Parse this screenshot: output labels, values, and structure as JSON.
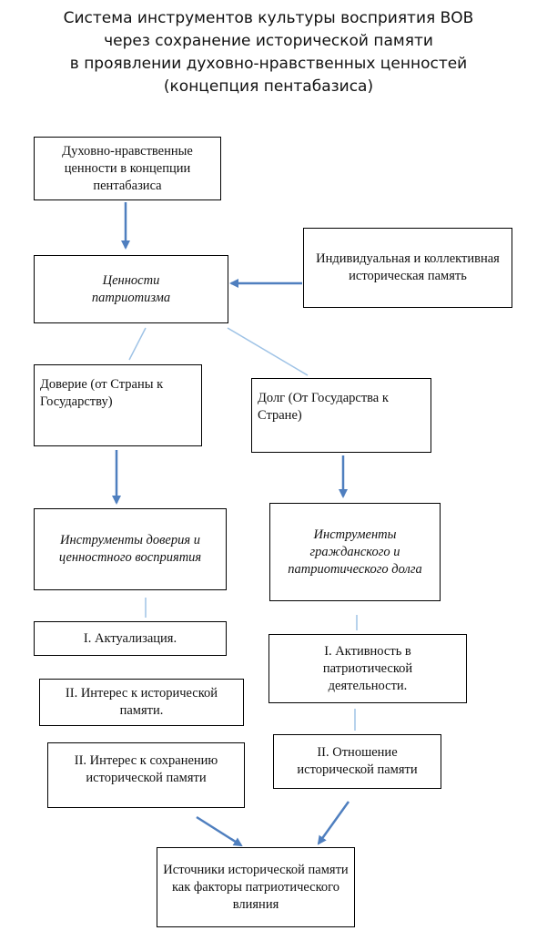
{
  "title": {
    "line1": "Система инструментов  культуры восприятия ВОВ",
    "line2": "через сохранение исторической памяти",
    "line3": "в проявлении духовно-нравственных ценностей",
    "line4": "(концепция пентабазиса)"
  },
  "nodes": {
    "spiritual_values": "Духовно-нравственные ценности в концепции пентабазиса",
    "patriotism_values": "Ценности патриотизма",
    "historical_memory": "Индивидуальная и коллективная историческая память",
    "trust": "Доверие (от Страны к Государству)",
    "duty": "Долг (От Государства к Стране)",
    "trust_tools": "Инструменты доверия и ценностного восприятия",
    "duty_tools": "Инструменты гражданского и патриотического долга",
    "actualization": "I. Актуализация.",
    "interest_memory": "II. Интерес к исторической памяти.",
    "interest_preservation": "II. Интерес к сохранению исторической памяти",
    "activity": "I. Активность в патриотической деятельности.",
    "attitude": "II. Отношение исторической памяти",
    "sources": "Источники исторической памяти как факторы патриотического влияния"
  },
  "colors": {
    "arrow": "#4f7fbf",
    "line": "#9fc3e6",
    "border": "#000000"
  }
}
